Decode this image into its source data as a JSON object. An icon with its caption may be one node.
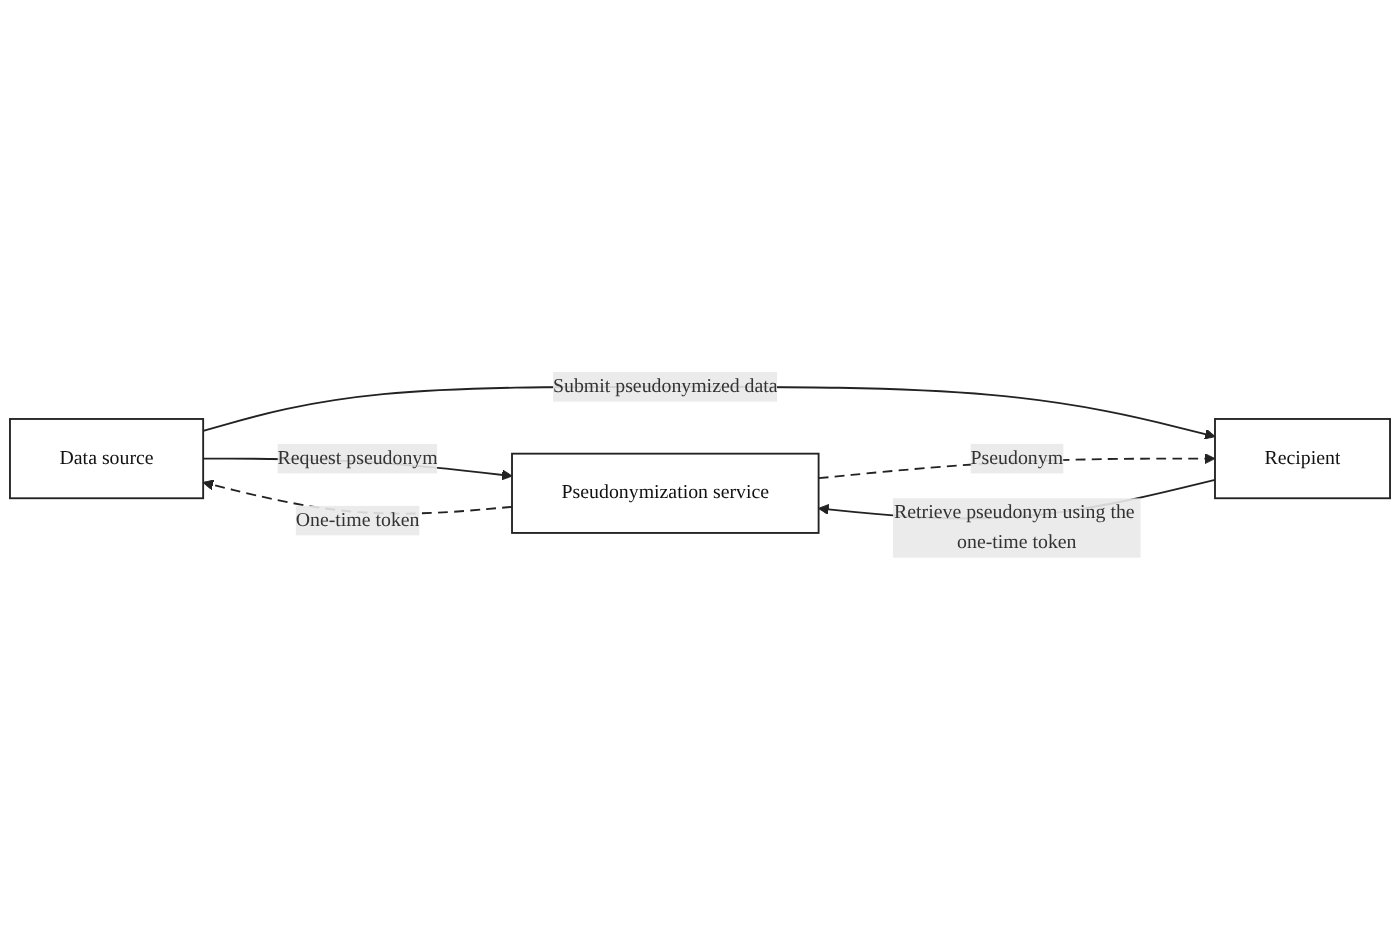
{
  "diagram": {
    "nodes": [
      {
        "text": [
          "Data source"
        ]
      },
      {
        "text": [
          "Pseudonymization service"
        ]
      },
      {
        "text": [
          "Recipient"
        ]
      }
    ],
    "edges": [
      {
        "from": 0,
        "to": 1,
        "arrow": "to",
        "label": "Request pseudonym"
      },
      {
        "from": 1,
        "to": 0,
        "arrow": "to",
        "label": "One-time token",
        "style": "dashed"
      },
      {
        "from": 0,
        "to": 2,
        "arrow": "to",
        "label": "Submit pseudonymized data"
      },
      {
        "from": 2,
        "to": 1,
        "arrow": "to",
        "label": "Retrieve pseudonym using the one-time token"
      },
      {
        "from": 1,
        "to": 2,
        "arrow": "to",
        "label": "Pseudonym",
        "style": "dashed"
      }
    ]
  }
}
